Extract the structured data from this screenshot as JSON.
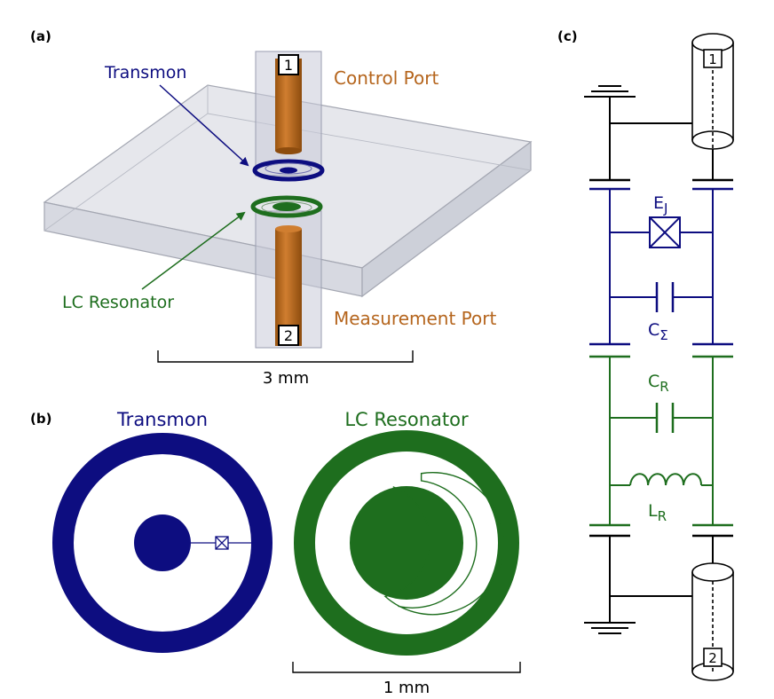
{
  "panels": {
    "a": "(a)",
    "b": "(b)",
    "c": "(c)"
  },
  "panel_a": {
    "transmon_label": "Transmon",
    "control_port_label": "Control Port",
    "lc_resonator_label": "LC Resonator",
    "measurement_port_label": "Measurement Port",
    "port1_number": "1",
    "port2_number": "2",
    "scale_label": "3 mm"
  },
  "panel_b": {
    "transmon_title": "Transmon",
    "resonator_title": "LC Resonator",
    "scale_label": "1 mm"
  },
  "panel_c": {
    "port1_number": "1",
    "port2_number": "2",
    "ej_main": "E",
    "ej_sub": "J",
    "csigma_main": "C",
    "csigma_sub": "Σ",
    "cr_main": "C",
    "cr_sub": "R",
    "lr_main": "L",
    "lr_sub": "R"
  },
  "colors": {
    "transmon": "#0d0d80",
    "resonator": "#1e6e1e",
    "port": "#b5651d",
    "substrate": "#d9dbe3",
    "black": "#000000"
  }
}
